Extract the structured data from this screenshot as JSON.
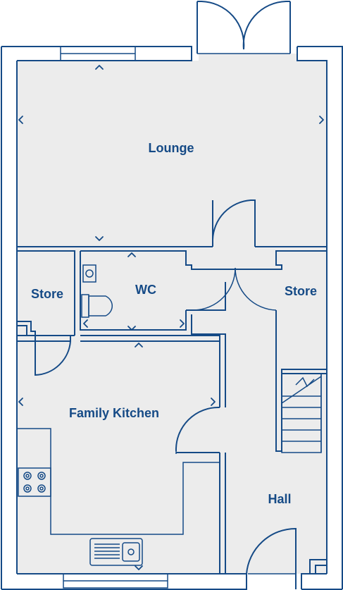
{
  "plan": {
    "rooms": [
      {
        "id": "lounge",
        "label": "Lounge"
      },
      {
        "id": "wc",
        "label": "WC"
      },
      {
        "id": "store-left",
        "label": "Store"
      },
      {
        "id": "store-right",
        "label": "Store"
      },
      {
        "id": "family-kitchen",
        "label": "Family Kitchen"
      },
      {
        "id": "hall",
        "label": "Hall"
      }
    ],
    "colors": {
      "wall": "#154a86",
      "floor": "#ececec",
      "background": "#ffffff"
    }
  }
}
